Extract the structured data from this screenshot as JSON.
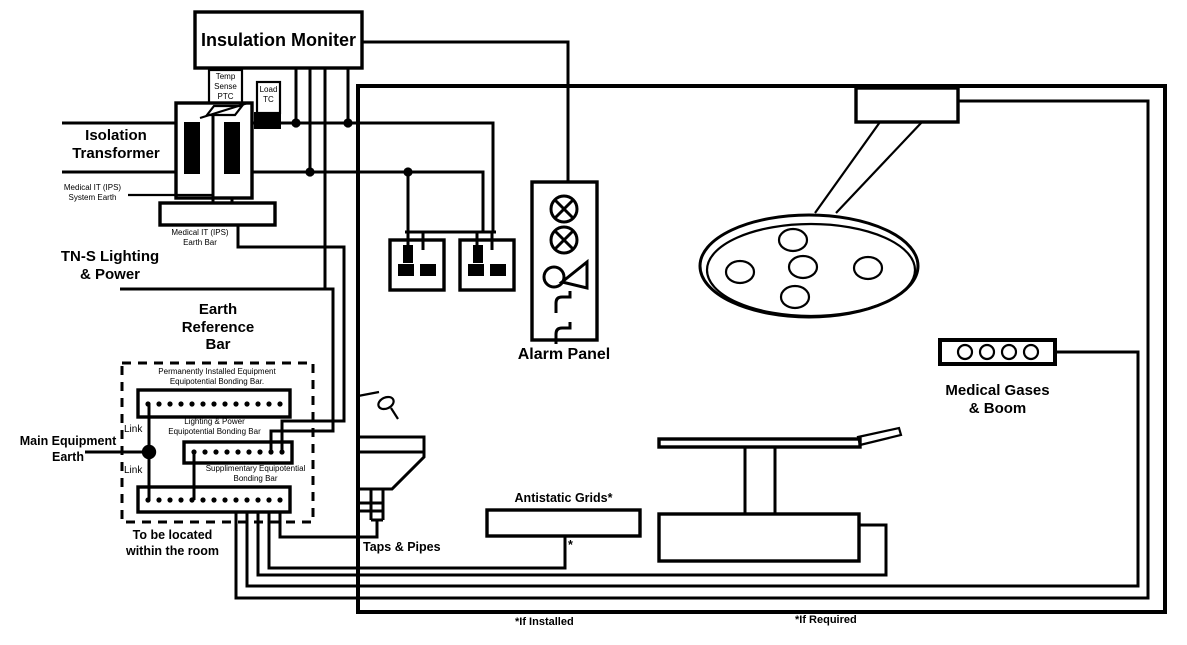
{
  "colors": {
    "ink": "#000000",
    "paper": "#ffffff"
  },
  "monitor": {
    "label": "Insulation Moniter"
  },
  "sensors": {
    "temp": "Temp\nSense\nPTC",
    "load": "Load\nTC"
  },
  "transformer": {
    "label": "Isolation\nTransformer"
  },
  "earthing": {
    "system_earth": "Medical IT (IPS)\nSystem Earth",
    "earth_bar": "Medical IT (IPS)\nEarth Bar",
    "tns": "TN-S Lighting\n& Power",
    "main_equipment_earth": "Main Equipment\nEarth",
    "link_upper": "Link",
    "link_lower": "Link"
  },
  "reference": {
    "title": "Earth\nReference\nBar",
    "bars": [
      {
        "label": "Permanently Installed Equipment\nEquipotential Bonding Bar."
      },
      {
        "label": "Lighting & Power\nEquipotential Bonding Bar"
      },
      {
        "label": "Supplimentary Equipotential\nBonding Bar"
      }
    ],
    "note": "To be located\nwithin the room"
  },
  "room": {
    "alarm_panel": "Alarm Panel",
    "taps": "Taps & Pipes",
    "antistatic": "Antistatic Grids*",
    "antistatic_marker": "*",
    "gases": "Medical Gases\n& Boom"
  },
  "footnotes": {
    "installed": "*If Installed",
    "required": "*If Required"
  },
  "icons": {
    "alarm_panel_symbols": [
      "lamp-icon",
      "lamp-icon",
      "horn-icon",
      "telephone-icon",
      "telephone-icon"
    ],
    "equipment_symbols": [
      "socket-outlet-icon",
      "surgical-light-icon",
      "operating-table-icon",
      "sink-icon",
      "gas-outlet-panel-icon",
      "bonding-bar-icon"
    ]
  }
}
